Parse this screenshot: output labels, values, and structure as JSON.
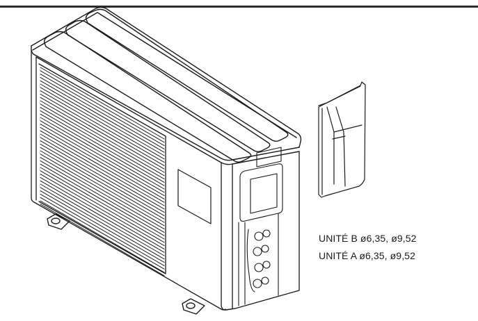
{
  "figure": {
    "description": "Outdoor air conditioning unit with side service panel removed and separate cover",
    "labels": [
      {
        "unit": "UNITÉ B",
        "text": "UNITÉ B ø6,35, ø9,52"
      },
      {
        "unit": "UNITÉ A",
        "text": "UNITÉ A ø6,35, ø9,52"
      }
    ]
  },
  "colors": {
    "line": "#1a1a1a",
    "rule": "#2b2b2b",
    "background": "#ffffff"
  }
}
